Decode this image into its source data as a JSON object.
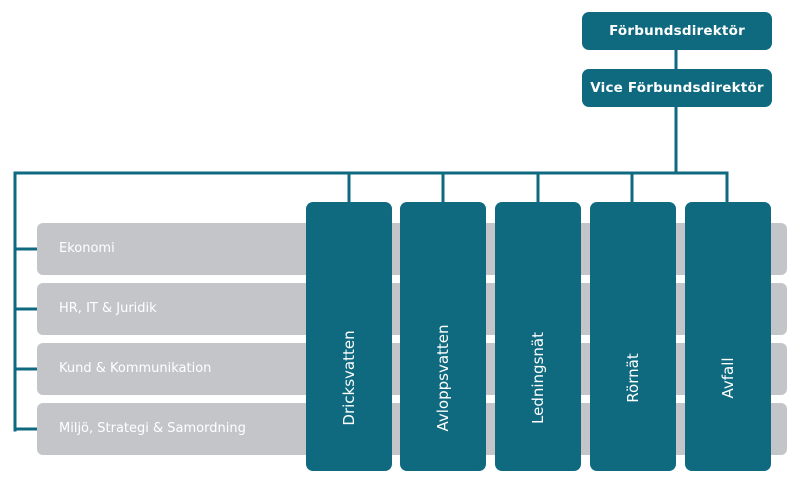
{
  "leadership": {
    "director": "Förbundsdirektör",
    "vice_director": "Vice Förbundsdirektör"
  },
  "support_units": [
    "Ekonomi",
    "HR, IT & Juridik",
    "Kund & Kommunikation",
    "Miljö, Strategi & Samordning"
  ],
  "departments": [
    "Dricksvatten",
    "Avloppsvatten",
    "Ledningsnät",
    "Rörnät",
    "Avfall"
  ],
  "colors": {
    "primary": "#0f6a80",
    "support_bar": "#c3c5c9",
    "text_on_color": "#ffffff"
  }
}
